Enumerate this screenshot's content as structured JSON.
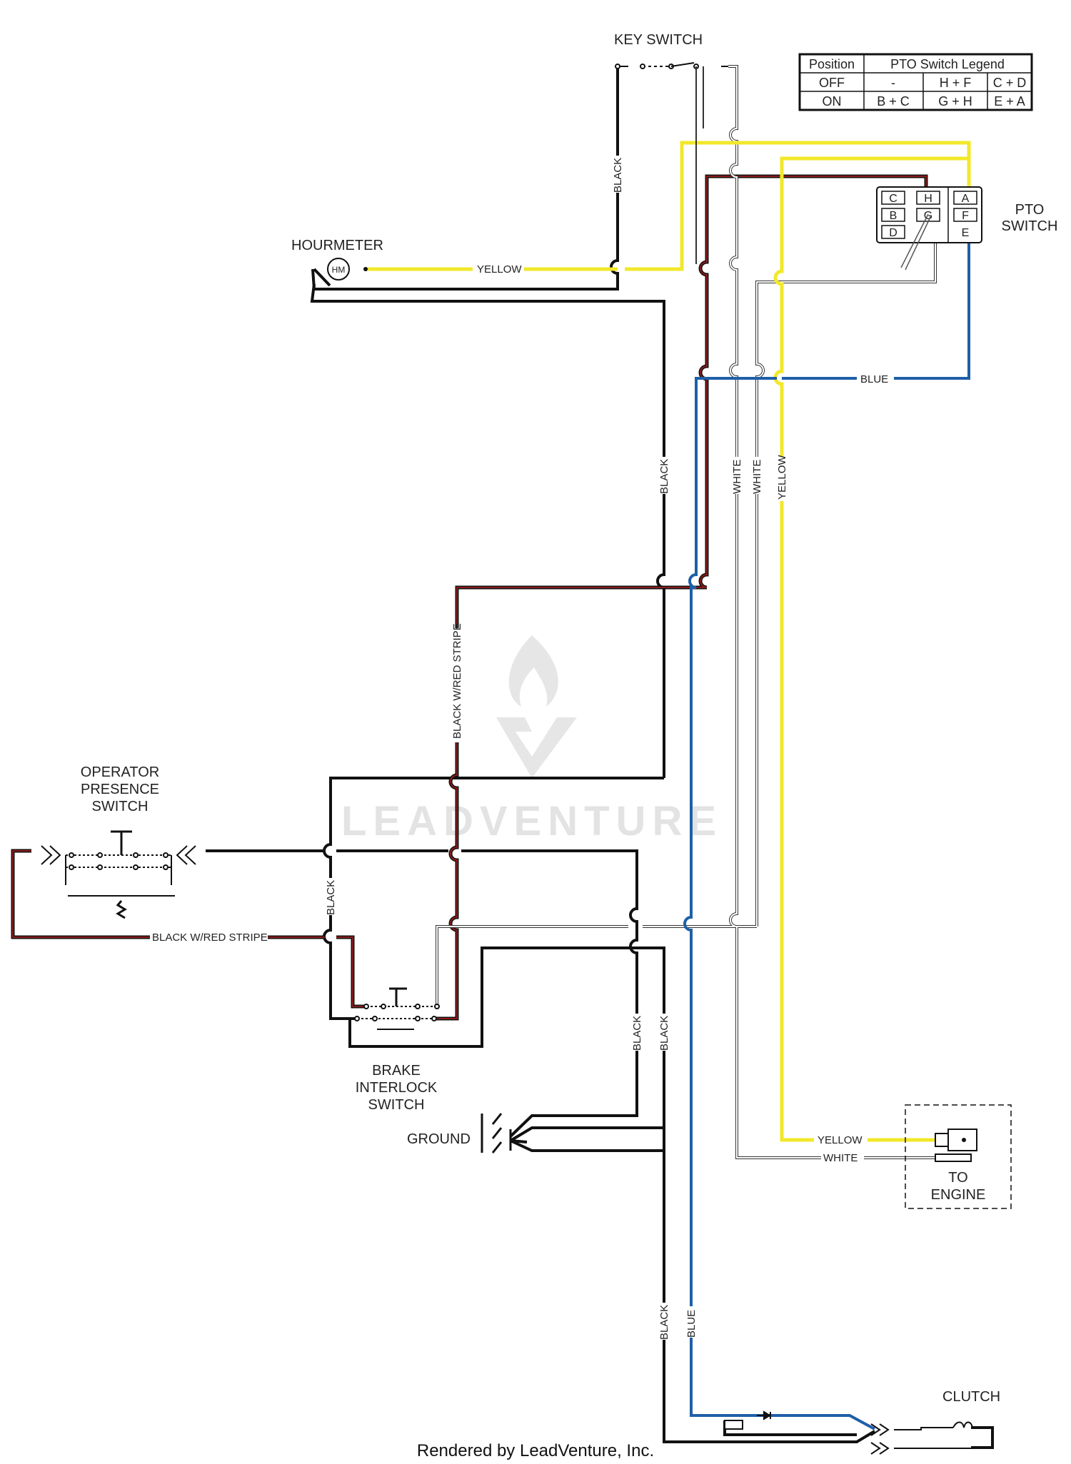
{
  "components": {
    "key_switch": "KEY SWITCH",
    "hourmeter": "HOURMETER",
    "hourmeter_badge": "HM",
    "pto_switch_line1": "PTO",
    "pto_switch_line2": "SWITCH",
    "operator_line1": "OPERATOR",
    "operator_line2": "PRESENCE",
    "operator_line3": "SWITCH",
    "brake_line1": "BRAKE",
    "brake_line2": "INTERLOCK",
    "brake_line3": "SWITCH",
    "ground": "GROUND",
    "engine_line1": "TO",
    "engine_line2": "ENGINE",
    "clutch": "CLUTCH"
  },
  "pto_terminals": [
    "C",
    "B",
    "D",
    "H",
    "G",
    "F",
    "A",
    "E"
  ],
  "legend": {
    "header_position": "Position",
    "header_title": "PTO Switch Legend",
    "rows": [
      {
        "position": "OFF",
        "c1": "-",
        "c2": "H + F",
        "c3": "C + D"
      },
      {
        "position": "ON",
        "c1": "B + C",
        "c2": "G + H",
        "c3": "E + A"
      }
    ]
  },
  "wire_labels": {
    "black": "BLACK",
    "yellow": "YELLOW",
    "white": "WHITE",
    "blue": "BLUE",
    "black_red": "BLACK W/RED STRIPE"
  },
  "watermark": "LEADVENTURE",
  "footer": "Rendered by LeadVenture, Inc.",
  "colors": {
    "black": "#111111",
    "yellow": "#f2e82a",
    "blue": "#1f5fa8",
    "red_stripe": "#8b1a1a",
    "white_wire": "#8a8a8a"
  }
}
